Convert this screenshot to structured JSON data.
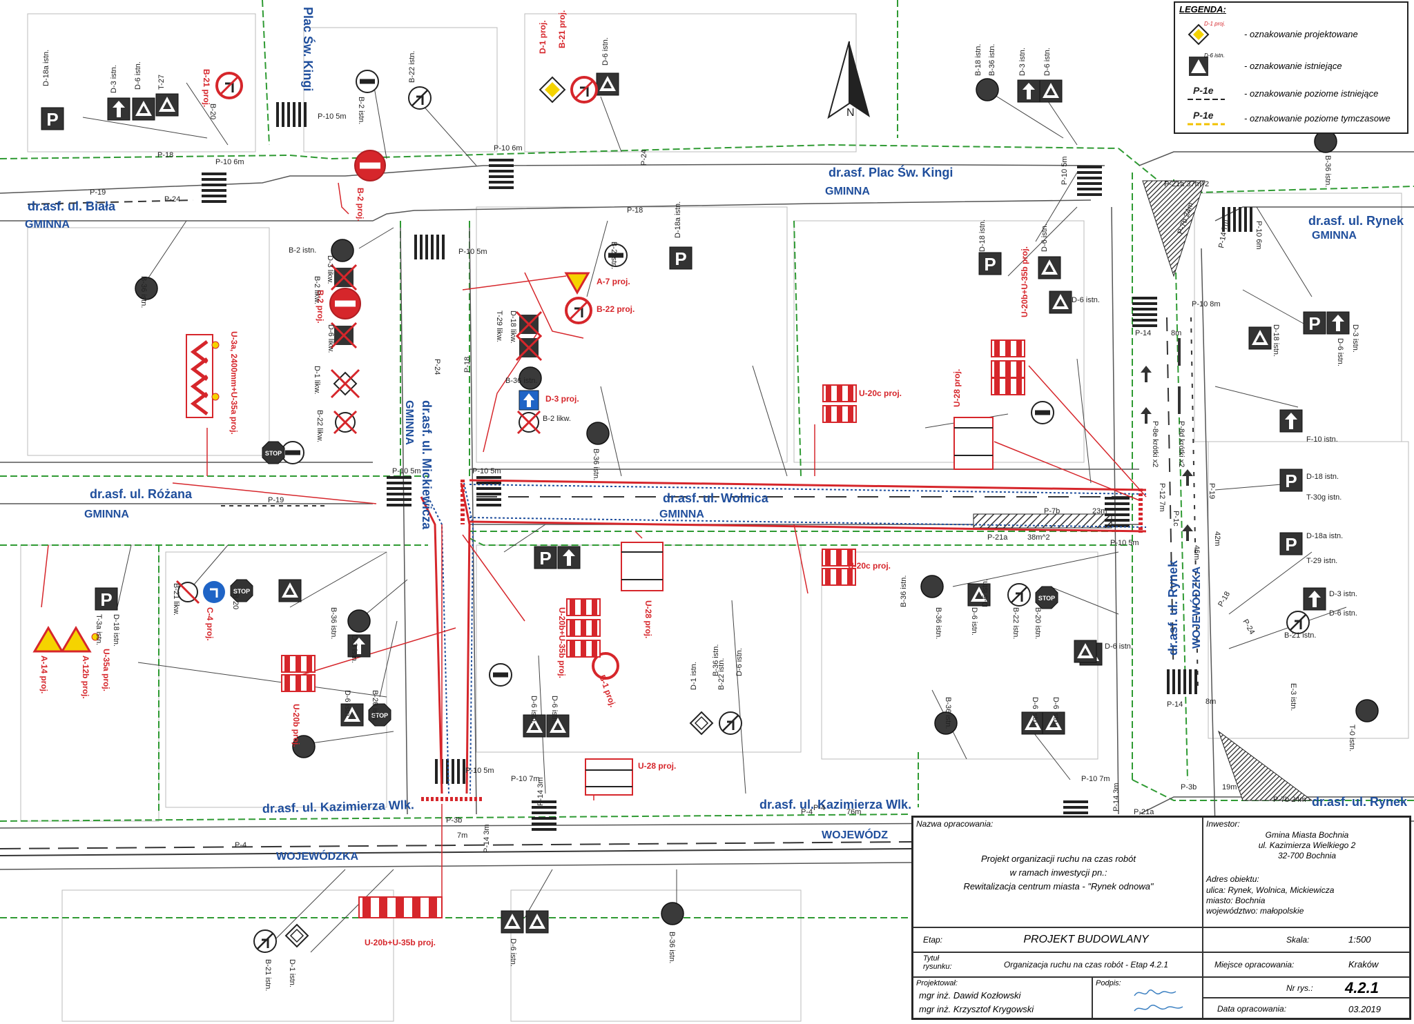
{
  "legend": {
    "title": "LEGENDA:",
    "items": [
      {
        "code": "D-1 proj.",
        "text": "- oznakowanie projektowane",
        "icon": "yellow-diamond-sign-icon"
      },
      {
        "code": "D-6 istn.",
        "text": "- oznakowanie istniejące",
        "icon": "crosswalk-sign-icon"
      },
      {
        "code": "P-1e",
        "text": "- oznakowanie poziome istniejące",
        "icon": "dashed-line-icon"
      },
      {
        "code": "P-1e",
        "text": "- oznakowanie poziome tymczasowe",
        "icon": "yellow-dashed-line-icon"
      }
    ],
    "colors": {
      "projected": "#d6262b",
      "temporary": "#f2c200",
      "existing": "#222222"
    }
  },
  "streets": [
    {
      "id": "plac-kingi-v",
      "text": "Plac Św. Kingi"
    },
    {
      "id": "plac-kingi-h",
      "text": "dr.asf.    Plac Św. Kingi"
    },
    {
      "id": "plac-kingi-gm",
      "text": "GMINNA"
    },
    {
      "id": "biala",
      "text": "dr.asf.   ul. Biała"
    },
    {
      "id": "biala-gm",
      "text": "GMINNA"
    },
    {
      "id": "rozana",
      "text": "dr.asf.   ul. Różana"
    },
    {
      "id": "rozana-gm",
      "text": "GMINNA"
    },
    {
      "id": "mickiewicza",
      "text": "dr.asf.   ul. Mickiewicza"
    },
    {
      "id": "mickiewicza-gm",
      "text": "GMINNA"
    },
    {
      "id": "wolnica",
      "text": "dr.asf.    ul. Wolnica"
    },
    {
      "id": "wolnica-gm",
      "text": "GMINNA"
    },
    {
      "id": "rynek-v",
      "text": "dr.asf.  ul. Rynek"
    },
    {
      "id": "rynek-v-woj",
      "text": "WOJEWÓDZKA"
    },
    {
      "id": "rynek-ne",
      "text": "dr.asf.   ul. Rynek"
    },
    {
      "id": "rynek-ne-gm",
      "text": "GMINNA"
    },
    {
      "id": "rynek-se",
      "text": "dr.asf.   ul. Rynek"
    },
    {
      "id": "kaz-left",
      "text": "dr.asf.   ul. Kazimierza Wlk."
    },
    {
      "id": "kaz-left-woj",
      "text": "WOJEWÓDZKA"
    },
    {
      "id": "kaz-right",
      "text": "dr.asf.    ul. Kazimierza Wlk."
    },
    {
      "id": "kaz-right-woj",
      "text": "WOJEWÓDZ"
    }
  ],
  "projected_signs": [
    {
      "code": "B-21 proj.",
      "icon": "no-left-turn-icon"
    },
    {
      "code": "D-1 proj.",
      "icon": "priority-road-icon"
    },
    {
      "code": "B-21 proj.",
      "icon": "no-left-turn-icon"
    },
    {
      "code": "B-2 proj.",
      "icon": "no-entry-icon"
    },
    {
      "code": "A-7 proj.",
      "icon": "yield-icon"
    },
    {
      "code": "B-22 proj.",
      "icon": "no-right-turn-icon"
    },
    {
      "code": "D-3 proj.",
      "icon": "one-way-icon"
    },
    {
      "code": "B-2 proj.",
      "icon": "no-entry-icon"
    },
    {
      "code": "U-3a, 2400mm+U-35a proj.",
      "icon": "chevron-board-icon"
    },
    {
      "code": "U-20c proj.",
      "icon": "barrier-icon"
    },
    {
      "code": "U-28 proj.",
      "icon": "barrier-icon"
    },
    {
      "code": "U-20b+U-35b proj.",
      "icon": "barrier-icon"
    },
    {
      "code": "U-20c proj.",
      "icon": "barrier-icon"
    },
    {
      "code": "U-28 proj.",
      "icon": "barrier-icon"
    },
    {
      "code": "U-20b+U-35b proj.",
      "icon": "barrier-icon"
    },
    {
      "code": "B-1 proj.",
      "icon": "no-vehicles-icon"
    },
    {
      "code": "C-4 proj.",
      "icon": "turn-left-mandatory-icon"
    },
    {
      "code": "U-35a proj.",
      "icon": "warning-light-icon"
    },
    {
      "code": "A-14 proj.",
      "icon": "roadworks-icon"
    },
    {
      "code": "A-12b proj.",
      "icon": "road-narrows-icon"
    },
    {
      "code": "U-20b proj.",
      "icon": "barrier-icon"
    },
    {
      "code": "U-28 proj.",
      "icon": "barrier-icon"
    },
    {
      "code": "U-20b+U-35b proj.",
      "icon": "barrier-icon"
    }
  ],
  "existing_labels": [
    "D-18a istn.",
    "D-3 istn.",
    "D-6 istn.",
    "T-27",
    "B-20",
    "B-2 istn.",
    "B-22 istn.",
    "D-6 istn.",
    "B-18 istn.",
    "B-36 istn.",
    "D-3 istn.",
    "D-6 istn.",
    "B-36 istn.",
    "B-36 istn.",
    "D-18 istn.",
    "D-6 istn.",
    "B-2 istn.",
    "D-6 istn.",
    "D-18a istn.",
    "B-2 istn.",
    "B-36 istn.",
    "B-36 istn.",
    "D-18 istn.",
    "D-3 istn.",
    "D-6 istn.",
    "F-10 istn.",
    "D-18 istn.",
    "T-30g istn.",
    "D-18a istn.",
    "T-29 istn.",
    "D-3 istn.",
    "D-6 istn.",
    "B-21 istn.",
    "E-3 istn.",
    "T-0 istn.",
    "D-6 istn.",
    "B-36 istn.",
    "D-6 istn.",
    "D-6 istn.",
    "B-36 istn.",
    "B-20 istn.",
    "B-22 istn.",
    "D-6 istn.",
    "B-36 istn.",
    "D-6 istn.",
    "D-1 istn.",
    "B-22 istn.",
    "D-6 istn.",
    "D-6 istn.",
    "D-3 istn.",
    "B-36 istn.",
    "B-20 istn.",
    "D-6 istn.",
    "B-21 istn.",
    "D-1 istn.",
    "D-6 istn.",
    "B-36 istn.",
    "B-36 istn.",
    "D-6 istn.",
    "B-20",
    "D-18 istn.",
    "T-3a istn."
  ],
  "removed_labels": [
    "D-3 likw.",
    "B-2 likw.",
    "D-6 likw.",
    "D-1 likw.",
    "B-22 likw.",
    "D-18 likw.",
    "T-29 likw.",
    "B-2 likw.",
    "B-21 likw."
  ],
  "markings": [
    {
      "id": "m1",
      "text": "P-10 5m"
    },
    {
      "id": "m2",
      "text": "P-10 6m"
    },
    {
      "id": "m3",
      "text": "P-18"
    },
    {
      "id": "m4",
      "text": "P-24"
    },
    {
      "id": "m5",
      "text": "P-19"
    },
    {
      "id": "m6",
      "text": "P-10 6m"
    },
    {
      "id": "m7",
      "text": "P-24"
    },
    {
      "id": "m8",
      "text": "P-18"
    },
    {
      "id": "m9",
      "text": "P-10 5m"
    },
    {
      "id": "m10",
      "text": "P-21a 37m^2"
    },
    {
      "id": "m11",
      "text": "P-7b 24m"
    },
    {
      "id": "m12",
      "text": "P-14 7m"
    },
    {
      "id": "m13",
      "text": "P-10 6m"
    },
    {
      "id": "m14",
      "text": "P-10 5m"
    },
    {
      "id": "m15",
      "text": "P-18"
    },
    {
      "id": "m16",
      "text": "P-24"
    },
    {
      "id": "m17",
      "text": "P-10 5m"
    },
    {
      "id": "m18",
      "text": "P-10 5m"
    },
    {
      "id": "m19",
      "text": "P-19"
    },
    {
      "id": "m20",
      "text": "P-7b"
    },
    {
      "id": "m21",
      "text": "23m"
    },
    {
      "id": "m22",
      "text": "P-21a"
    },
    {
      "id": "m23",
      "text": "38m^2"
    },
    {
      "id": "m24",
      "text": "P-10 5m"
    },
    {
      "id": "m25",
      "text": "P-14"
    },
    {
      "id": "m26",
      "text": "8m"
    },
    {
      "id": "m27",
      "text": "P-10 8m"
    },
    {
      "id": "m28",
      "text": "P-8e krótki x2"
    },
    {
      "id": "m29",
      "text": "P-8d krótki x2"
    },
    {
      "id": "m30",
      "text": "P-1c"
    },
    {
      "id": "m31",
      "text": "P-12  7m"
    },
    {
      "id": "m32",
      "text": "46m"
    },
    {
      "id": "m33",
      "text": "42m"
    },
    {
      "id": "m34",
      "text": "P-19"
    },
    {
      "id": "m35",
      "text": "P-18"
    },
    {
      "id": "m36",
      "text": "P-24"
    },
    {
      "id": "m37",
      "text": "P-14"
    },
    {
      "id": "m38",
      "text": "8m"
    },
    {
      "id": "m39",
      "text": "P-3b"
    },
    {
      "id": "m40",
      "text": "19m"
    },
    {
      "id": "m41",
      "text": "P-7b  24m"
    },
    {
      "id": "m42",
      "text": "P-10 5m"
    },
    {
      "id": "m43",
      "text": "P-10 7m"
    },
    {
      "id": "m44",
      "text": "P-14 3m"
    },
    {
      "id": "m45",
      "text": "P-4"
    },
    {
      "id": "m46",
      "text": "P-4"
    },
    {
      "id": "m47",
      "text": "76m"
    },
    {
      "id": "m48",
      "text": "P-3b"
    },
    {
      "id": "m49",
      "text": "7m"
    },
    {
      "id": "m50",
      "text": "P-14 3m"
    },
    {
      "id": "m51",
      "text": "P-10 7m"
    },
    {
      "id": "m52",
      "text": "P-14 3m"
    },
    {
      "id": "m53",
      "text": "P-21a"
    },
    {
      "id": "m54",
      "text": "P-4"
    }
  ],
  "title_block": {
    "nazwa_label": "Nazwa opracowania:",
    "nazwa_lines": [
      "Projekt  organizacji ruchu na czas robót",
      "w ramach inwestycji pn.:",
      "Rewitalizacja centrum miasta - \"Rynek odnowa\""
    ],
    "inwestor_label": "Inwestor:",
    "inwestor_lines": [
      "Gmina Miasta Bochnia",
      "ul. Kazimierza Wielkiego 2",
      "32-700 Bochnia"
    ],
    "adres_label": "Adres obiektu:",
    "adres_lines": [
      "ulica: Rynek, Wolnica, Mickiewicza",
      "miasto: Bochnia",
      "województwo: małopolskie"
    ],
    "etap_label": "Etap:",
    "etap_value": "PROJEKT BUDOWLANY",
    "skala_label": "Skala:",
    "skala_value": "1:500",
    "tytul_label": "Tytuł rysunku:",
    "tytul_value": "Organizacja ruchu na czas robót - Etap 4.2.1",
    "miejsce_label": "Miejsce opracowania:",
    "miejsce_value": "Kraków",
    "projektowal_label": "Projektował:",
    "projektant1": "mgr inż. Dawid Kozłowski",
    "projektant2": "mgr inż. Krzysztof Krygowski",
    "podpis_label": "Podpis:",
    "nr_label": "Nr rys.:",
    "nr_value": "4.2.1",
    "data_label": "Data opracowania:",
    "data_value": "03.2019"
  },
  "north_label": "N"
}
